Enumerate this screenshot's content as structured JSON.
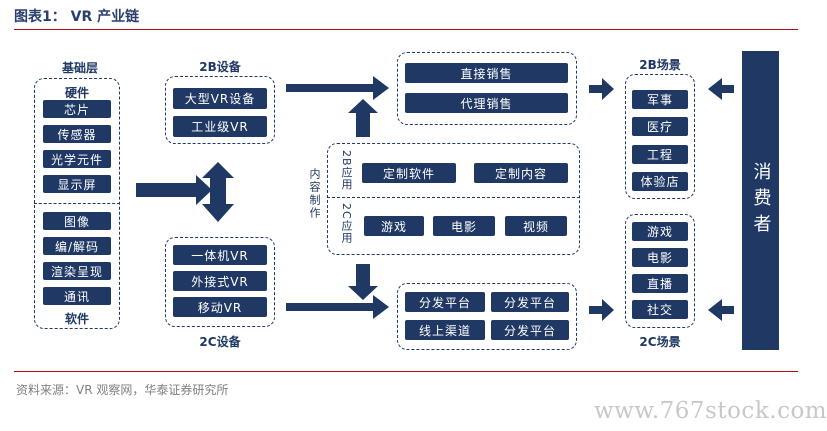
{
  "title": "图表1： VR 产业链",
  "source": "资料来源：VR 观察网，华泰证券研究所",
  "watermark": "www.767stock.com",
  "foundation": {
    "heading": "基础层",
    "hardware_label": "硬件",
    "hardware": [
      "芯片",
      "传感器",
      "光学元件",
      "显示屏"
    ],
    "software": [
      "图像",
      "编/解码",
      "渲染呈现",
      "通讯"
    ],
    "software_label": "软件"
  },
  "devices_2b": {
    "heading": "2B设备",
    "items": [
      "大型VR设备",
      "工业级VR"
    ]
  },
  "devices_2c": {
    "heading": "2C设备",
    "items": [
      "一体机VR",
      "外接式VR",
      "移动VR"
    ]
  },
  "content": {
    "label": "内容制作",
    "b_label": "2B应用",
    "b_items": [
      "定制软件",
      "定制内容"
    ],
    "c_label": "2C应用",
    "c_items": [
      "游戏",
      "电影",
      "视频"
    ]
  },
  "sales_2b": [
    "直接销售",
    "代理销售"
  ],
  "channels_2c": [
    "分发平台",
    "分发平台",
    "线上渠道",
    "分发平台"
  ],
  "scenes_2b": {
    "heading": "2B场景",
    "items": [
      "军事",
      "医疗",
      "工程",
      "体验店"
    ]
  },
  "scenes_2c": {
    "heading": "2C场景",
    "items": [
      "游戏",
      "电影",
      "直播",
      "社交"
    ]
  },
  "consumer": "消费者",
  "colors": {
    "navy": "#1f3864",
    "red_rule": "#b00d16",
    "watermark": "#c8c8c8"
  }
}
